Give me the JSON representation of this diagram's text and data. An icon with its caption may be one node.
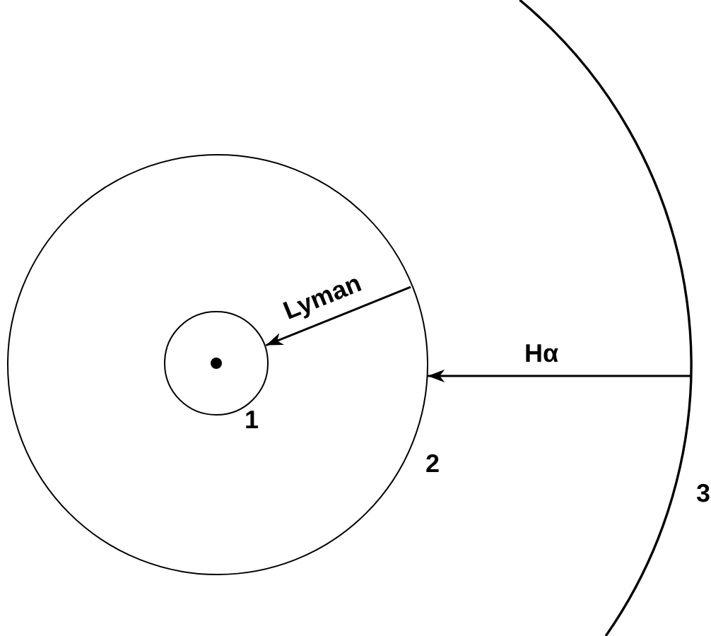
{
  "diagram": {
    "nodes": [
      {
        "text": [],
        "shape": "circle",
        "beside": [
          "2"
        ]
      },
      {
        "text": [],
        "shape": "circle",
        "in": 0,
        "beside": [
          "1"
        ]
      },
      {
        "text": [],
        "shape": "dot",
        "in": 1
      },
      {
        "text": [],
        "shape": "arc",
        "beside": [
          "3"
        ]
      }
    ],
    "edges": [
      {
        "from": 0,
        "to": 1,
        "arrow": "to",
        "label": "Lyman"
      },
      {
        "from": 3,
        "to": 0,
        "arrow": "to",
        "label": "Hα"
      }
    ]
  }
}
